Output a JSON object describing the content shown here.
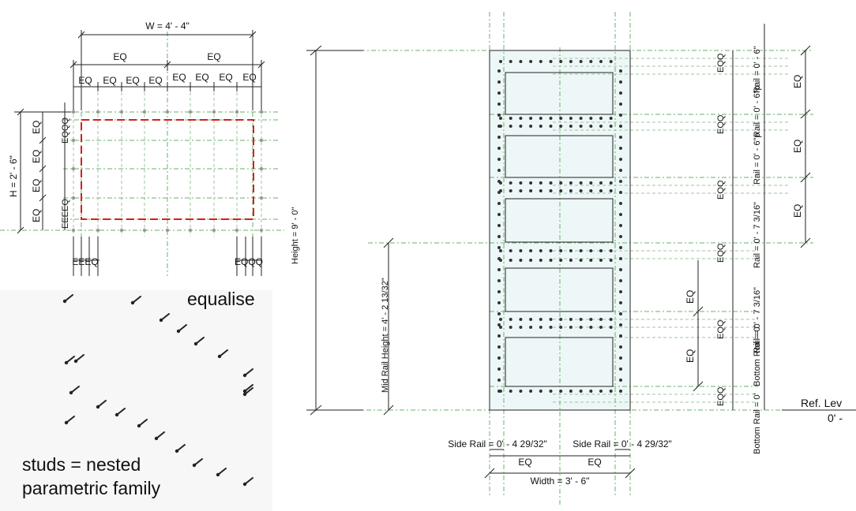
{
  "left_plan": {
    "width_dim": "W = 4' - 4\"",
    "height_dim": "H = 2' - 6\"",
    "eq": "EQ",
    "eq_stack_small": "EQQQ",
    "eq_stack_top": "EQQQ",
    "bottom_left_stack": "EEEQ",
    "bottom_right_stack": "EQQQ",
    "left_bottom_stack": "EEEEQ"
  },
  "labels": {
    "equalise": "equalise",
    "studs_line1": "studs = nested",
    "studs_line2": "parametric family"
  },
  "elevation": {
    "height_dim": "Height = 9' - 0\"",
    "mid_rail_height": "Mid Rail Height = 4' - 2 13/32\"",
    "side_rail_left": "Side Rail = 0' - 4 29/32\"",
    "side_rail_right": "Side Rail = 0' - 4 29/32\"",
    "width_dim": "Width = 3' - 6\"",
    "eq": "EQ",
    "eqq": "EQQ",
    "rail_labels": [
      "Rail = 0' - 6\"",
      "Rail = 0' - 6\"p",
      "Rail = 0' - 6\"p",
      "Rail = 0' - 7 3/16\"",
      "Rail = 0' - 7 3/16\"",
      "Bottom Rail = 0'",
      "Bottom Rail = 0'"
    ],
    "ref_level": "Ref. Lev",
    "ref_level_value": "0' -"
  }
}
